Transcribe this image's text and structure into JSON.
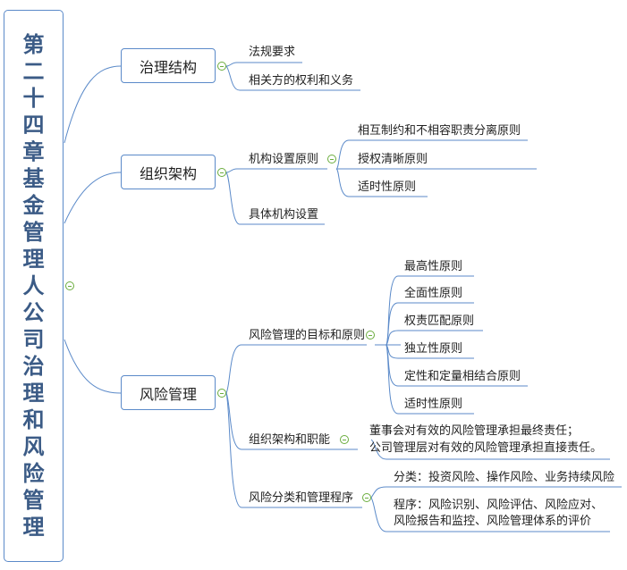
{
  "root": {
    "title_chars": [
      "第",
      "二",
      "十",
      "四",
      "章",
      "基",
      "金",
      "管",
      "理",
      "人",
      "公",
      "司",
      "治",
      "理",
      "和",
      "风",
      "险",
      "管",
      "理"
    ]
  },
  "branches": [
    {
      "label": "治理结构",
      "children": [
        {
          "label": "法规要求"
        },
        {
          "label": "相关方的权利和义务"
        }
      ]
    },
    {
      "label": "组织架构",
      "children": [
        {
          "label": "机构设置原则",
          "children": [
            "相互制约和不相容职责分离原则",
            "授权清晰原则",
            "适时性原则"
          ]
        },
        {
          "label": "具体机构设置"
        }
      ]
    },
    {
      "label": "风险管理",
      "children": [
        {
          "label": "风险管理的目标和原则",
          "children": [
            "最高性原则",
            "全面性原则",
            "权责匹配原则",
            "独立性原则",
            "定性和定量相结合原则",
            "适时性原则"
          ]
        },
        {
          "label": "组织架构和职能",
          "children": [
            "董事会对有效的风险管理承担最终责任；",
            "公司管理层对有效的风险管理承担直接责任。"
          ]
        },
        {
          "label": "风险分类和管理程序",
          "children": [
            "分类：投资风险、操作风险、业务持续风险",
            "程序：风险识别、风险评估、风险应对、",
            "风险报告和监控、风险管理体系的评价"
          ]
        }
      ]
    }
  ],
  "colors": {
    "line": "#5b8ac9",
    "collapse": "#6aad3d",
    "title": "#3b5b86"
  }
}
